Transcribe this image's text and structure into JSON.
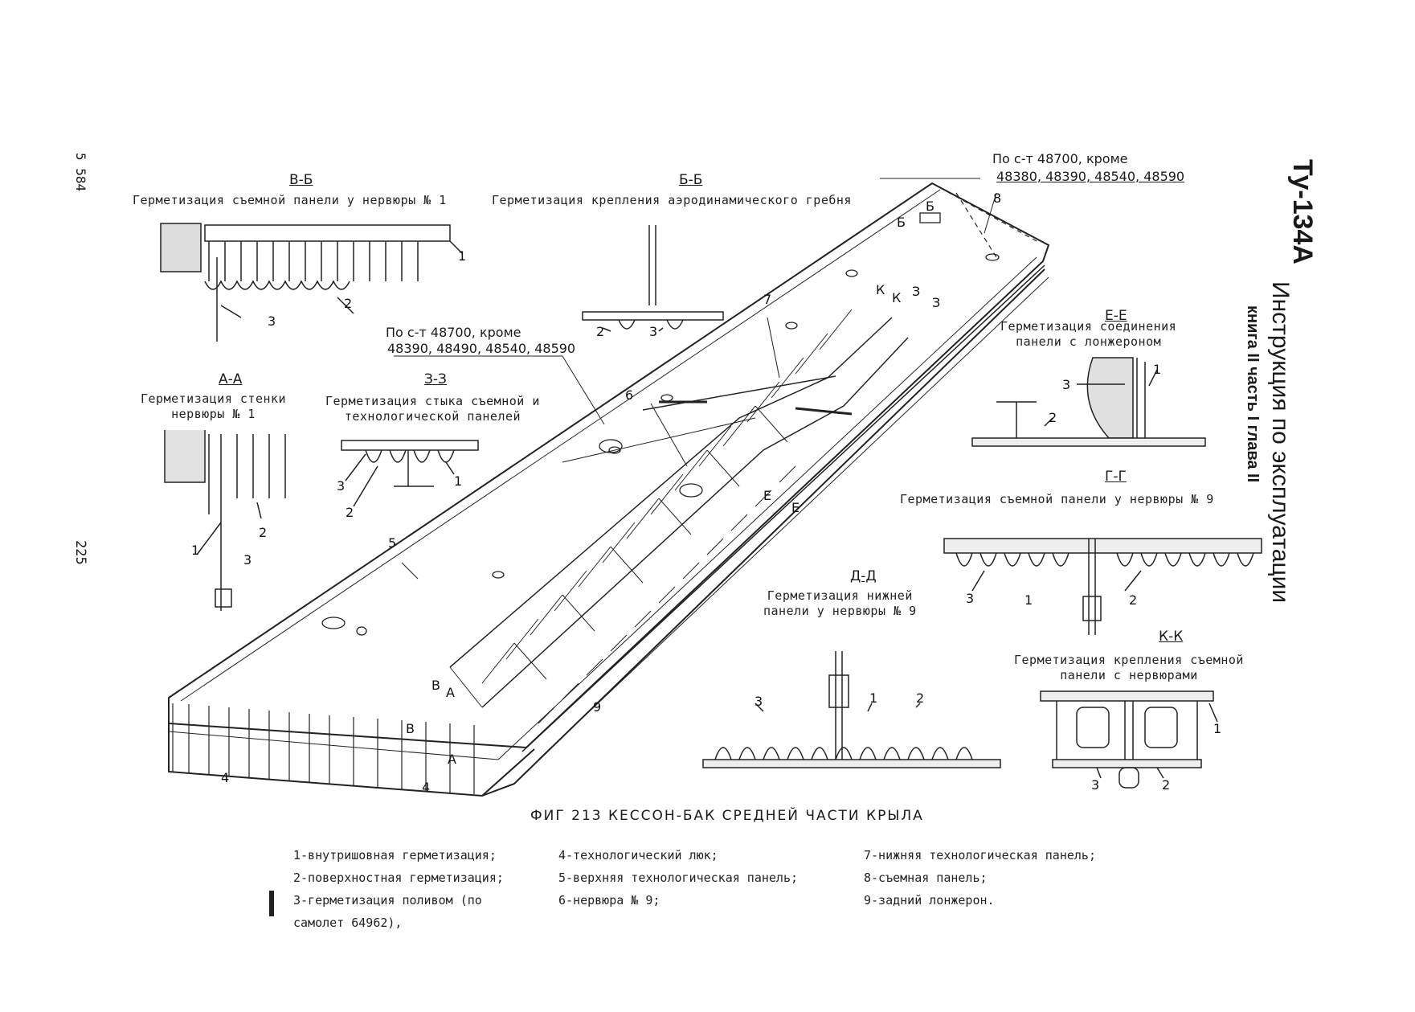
{
  "header": {
    "stamp": "Ту-134А",
    "title": "Инструкция по эксплуатации",
    "subtitle": "книга II часть I глава II"
  },
  "margin": {
    "doc_number": "5 584",
    "page_number": "225"
  },
  "notes": {
    "top_right_line1": "По с-т 48700, кроме",
    "top_right_line2": "48380, 48390, 48540, 48590",
    "left_line1": "По с-т 48700,  кроме",
    "left_line2": "48390, 48490, 48540, 48590"
  },
  "sections": {
    "bb_v": {
      "label": "В-Б",
      "desc": "Герметизация съемной панели у нервюры № 1"
    },
    "bb": {
      "label": "Б-Б",
      "desc": "Герметизация крепления аэродинамического гребня"
    },
    "aa": {
      "label": "А-А",
      "desc": "Герметизация стенки\nнервюры № 1"
    },
    "zz": {
      "label": "З-З",
      "desc": "Герметизация стыка съемной и\nтехнологической панелей"
    },
    "ee": {
      "label": "Е-Е",
      "desc": "Герметизация соединения\nпанели с лонжероном"
    },
    "gg": {
      "label": "Г-Г",
      "desc": "Герметизация съемной панели у нервюры № 9"
    },
    "dd": {
      "label": "Д-Д",
      "desc": "Герметизация нижней\nпанели у нервюры № 9"
    },
    "kk": {
      "label": "К-К",
      "desc": "Герметизация крепления съемной\nпанели с нервюрами"
    }
  },
  "caption": "ФИГ 213 КЕССОН-БАК СРЕДНЕЙ ЧАСТИ КРЫЛА",
  "legend": {
    "col1": [
      "1-внутришовная герметизация;",
      "2-поверхностная герметизация;",
      "3-герметизация поливом (по",
      "   самолет 64962),"
    ],
    "col2": [
      "4-технологический люк;",
      "5-верхняя технологическая панель;",
      "6-нервюра № 9;"
    ],
    "col3": [
      "7-нижняя технологическая панель;",
      "8-съемная панель;",
      "9-задний лонжерон."
    ]
  }
}
